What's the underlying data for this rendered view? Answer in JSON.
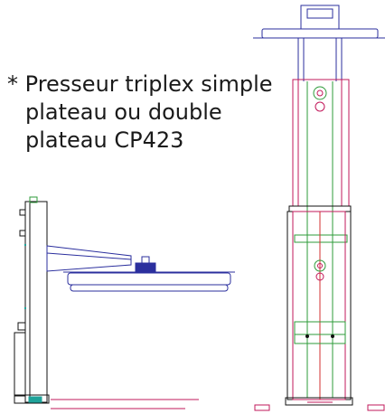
{
  "caption": {
    "bullet": "*",
    "lines": [
      "Presseur triplex simple",
      "plateau ou double",
      "plateau CP423"
    ]
  },
  "colors": {
    "blue": "#2b2f9e",
    "magenta": "#c2185b",
    "green": "#2e9b3a",
    "red": "#d32f2f",
    "teal": "#1fa39a",
    "black": "#111111"
  }
}
